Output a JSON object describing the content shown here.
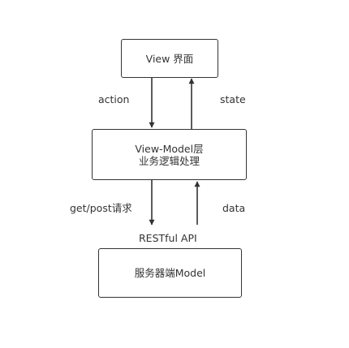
{
  "nodes": {
    "view": {
      "label": "View 界面"
    },
    "viewmodel": {
      "line1": "View-Model层",
      "line2": "业务逻辑处理"
    },
    "server": {
      "label": "服务器端Model"
    }
  },
  "edges": {
    "action": "action",
    "state": "state",
    "get_post": "get/post请求",
    "data": "data",
    "restful": "RESTful API"
  },
  "colors": {
    "stroke": "#333333",
    "text": "#333333",
    "background": "#ffffff"
  }
}
